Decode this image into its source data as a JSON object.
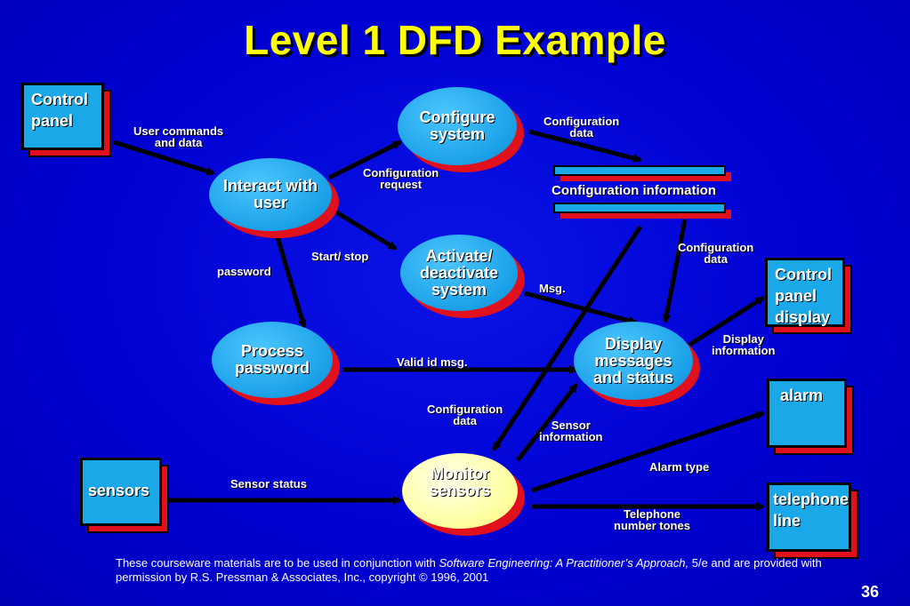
{
  "title": "Level 1 DFD Example",
  "entities": {
    "control_panel": "Control\npanel",
    "control_panel_display": "Control\npanel\ndisplay",
    "alarm": "alarm",
    "telephone_line": "telephone\nline",
    "sensors": "sensors"
  },
  "processes": {
    "interact": "Interact with\nuser",
    "configure": "Configure\nsystem",
    "activate": "Activate/\ndeactivate\nsystem",
    "process_password": "Process\npassword",
    "display": "Display\nmessages\nand status",
    "monitor": "Monitor\nsensors"
  },
  "data_store": "Configuration information",
  "flows": {
    "user_commands": "User commands\nand data",
    "config_request": "Configuration\nrequest",
    "config_data_top": "Configuration\ndata",
    "start_stop": "Start/ stop",
    "password": "password",
    "msg": "Msg.",
    "config_data_right": "Configuration\ndata",
    "display_info": "Display\ninformation",
    "valid_id": "Valid id msg.",
    "config_data_mid": "Configuration\ndata",
    "sensor_info": "Sensor\ninformation",
    "alarm_type": "Alarm type",
    "sensor_status": "Sensor status",
    "telephone_tones": "Telephone\nnumber tones"
  },
  "footer": {
    "pre": "These courseware materials are to be used in conjunction with ",
    "book": "Software Engineering: A Practitioner’s Approach,",
    "post": " 5/e and are provided with permission by R.S. Pressman & Associates, Inc., copyright © 1996, 2001"
  },
  "page_number": "36",
  "colors": {
    "background": "#0000d6",
    "title": "#ffff00",
    "entity_fill": "#1aa8e8",
    "shadow": "#e0101c",
    "monitor_fill": "#ffff9c"
  }
}
